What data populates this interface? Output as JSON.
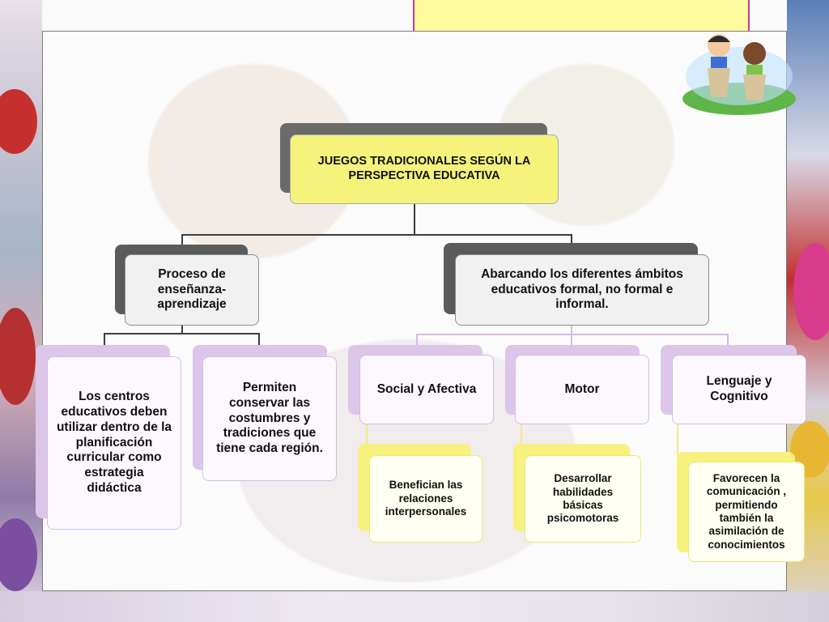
{
  "diagram": {
    "root": "JUEGOS TRADICIONALES SEGÚN LA PERSPECTIVA EDUCATIVA",
    "left_branch": {
      "label": "Proceso de enseñanza-aprendizaje",
      "children": [
        "Los centros educativos deben utilizar dentro de la planificación curricular como estrategia didáctica",
        "Permiten conservar las costumbres y tradiciones que tiene cada región."
      ]
    },
    "right_branch": {
      "label": "Abarcando los diferentes ámbitos educativos formal, no formal e informal.",
      "children": [
        {
          "label": "Social y Afectiva",
          "detail": "Benefician las relaciones interpersonales"
        },
        {
          "label": "Motor",
          "detail": "Desarrollar habilidades básicas psicomotoras"
        },
        {
          "label": "Lenguaje y Cognitivo",
          "detail": "Favorecen la comunicación , permitiendo también la asimilación de conocimientos"
        }
      ]
    }
  },
  "colors": {
    "root_fill": "#f5f37c",
    "branch_shadow": "#5b5b5b",
    "leaf_accent": "#dcc6ea",
    "detail_accent": "#f6f27d"
  }
}
